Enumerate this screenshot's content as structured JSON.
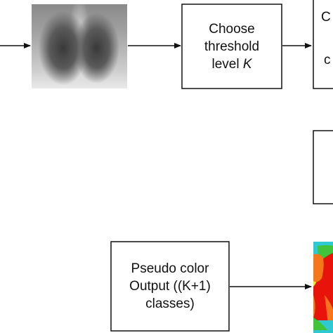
{
  "boxes": {
    "threshold": {
      "line1": "Choose",
      "line2": "threshold",
      "line3_prefix": "level ",
      "line3_var": "K"
    },
    "pseudo": {
      "line1": "Pseudo color",
      "line2": "Output ((K+1)",
      "line3": "classes)"
    },
    "top_right_partial": {
      "line1": "C",
      "line2": "c"
    }
  },
  "images": {
    "input": "chest-xray-image",
    "output": "pseudo-color-map"
  },
  "colors": {
    "stroke": "#111111",
    "heat_red": "#e8140c",
    "heat_orange": "#f6761b",
    "heat_yellow": "#f5e61e",
    "heat_green": "#3fc43c",
    "heat_cyan": "#2fc9d2"
  }
}
